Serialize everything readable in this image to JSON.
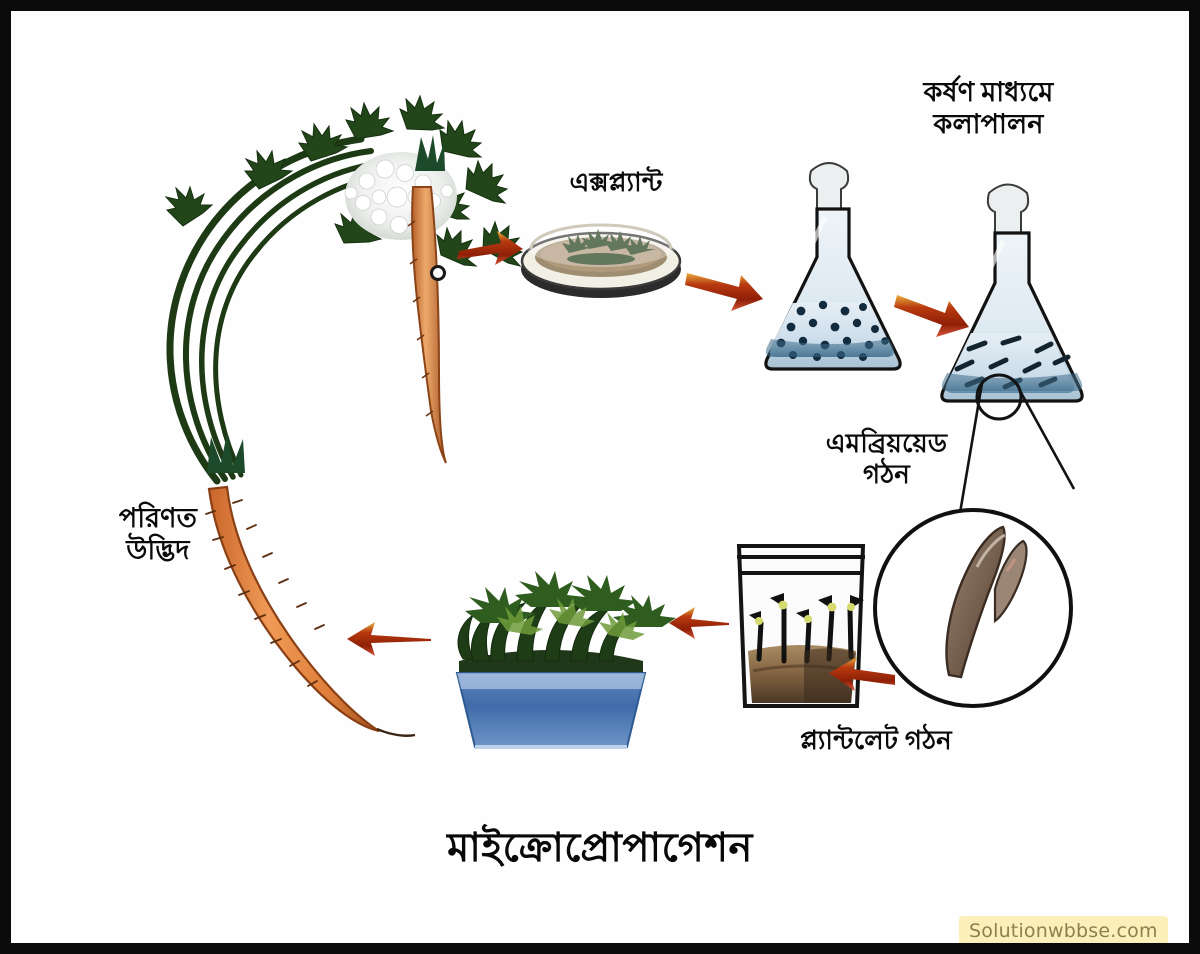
{
  "figure": {
    "title": "মাইক্রোপ্রোপাগেশন",
    "title_translit": "Micropropagation",
    "watermark": "Solutionwbbse.com",
    "frame_color": "#0b0b0b",
    "background_color": "#ffffff"
  },
  "labels": {
    "mature_plant": "পরিণত\nউদ্ভিদ",
    "explant": "এক্সপ্ল্যান্ট",
    "culture_medium": "কর্ষণ মাধ্যমে\nকলাপালন",
    "embryoid": "এমব্রিয়য়েড\nগঠন",
    "plantlet": "প্ল্যান্টলেট গঠন"
  },
  "colors": {
    "arrow": "#a02408",
    "arrow_highlight": "#e8a23a",
    "carrot": "#e08a4a",
    "carrot_dark": "#a8541f",
    "leaf_green": "#1d3a14",
    "leaf_light": "#4f7a27",
    "flask_liquid": "#cfe0ec",
    "flask_outline": "#141414",
    "tray_blue": "#3f6ba8",
    "medium_brown": "#8a6a46",
    "embryoid_brown": "#7b6354",
    "watermark_bg": "#fbf0b9",
    "watermark_text": "#8d7f4e"
  },
  "nodes": [
    {
      "id": "mature-plant",
      "label": "পরিণত উদ্ভিদ",
      "kind": "carrot-plant"
    },
    {
      "id": "explant-dish",
      "label": "এক্সপ্ল্যান্ট",
      "kind": "petri-dish"
    },
    {
      "id": "culture-flask",
      "label": "কর্ষণ মাধ্যমে কলাপালন",
      "kind": "conical-flask-callus"
    },
    {
      "id": "embryoid-flask",
      "label": "এমব্রিয়য়েড গঠন",
      "kind": "conical-flask-embryoid"
    },
    {
      "id": "embryoid-magnifier",
      "label": "",
      "kind": "magnified-embryoid"
    },
    {
      "id": "plantlet-jar",
      "label": "প্ল্যান্টলেট গঠন",
      "kind": "culture-jar"
    },
    {
      "id": "seedling-tray",
      "label": "",
      "kind": "planter-tray"
    }
  ],
  "arrows": [
    {
      "id": "arrow-plant-to-explant",
      "from": "mature-plant",
      "to": "explant-dish",
      "direction": "right"
    },
    {
      "id": "arrow-explant-to-flask",
      "from": "explant-dish",
      "to": "culture-flask",
      "direction": "right-down"
    },
    {
      "id": "arrow-flask-to-flask",
      "from": "culture-flask",
      "to": "embryoid-flask",
      "direction": "right-down"
    },
    {
      "id": "arrow-magnifier-to-jar",
      "from": "embryoid-magnifier",
      "to": "plantlet-jar",
      "direction": "left"
    },
    {
      "id": "arrow-jar-to-tray",
      "from": "plantlet-jar",
      "to": "seedling-tray",
      "direction": "left"
    },
    {
      "id": "arrow-tray-to-plant",
      "from": "seedling-tray",
      "to": "mature-plant",
      "direction": "left"
    }
  ]
}
